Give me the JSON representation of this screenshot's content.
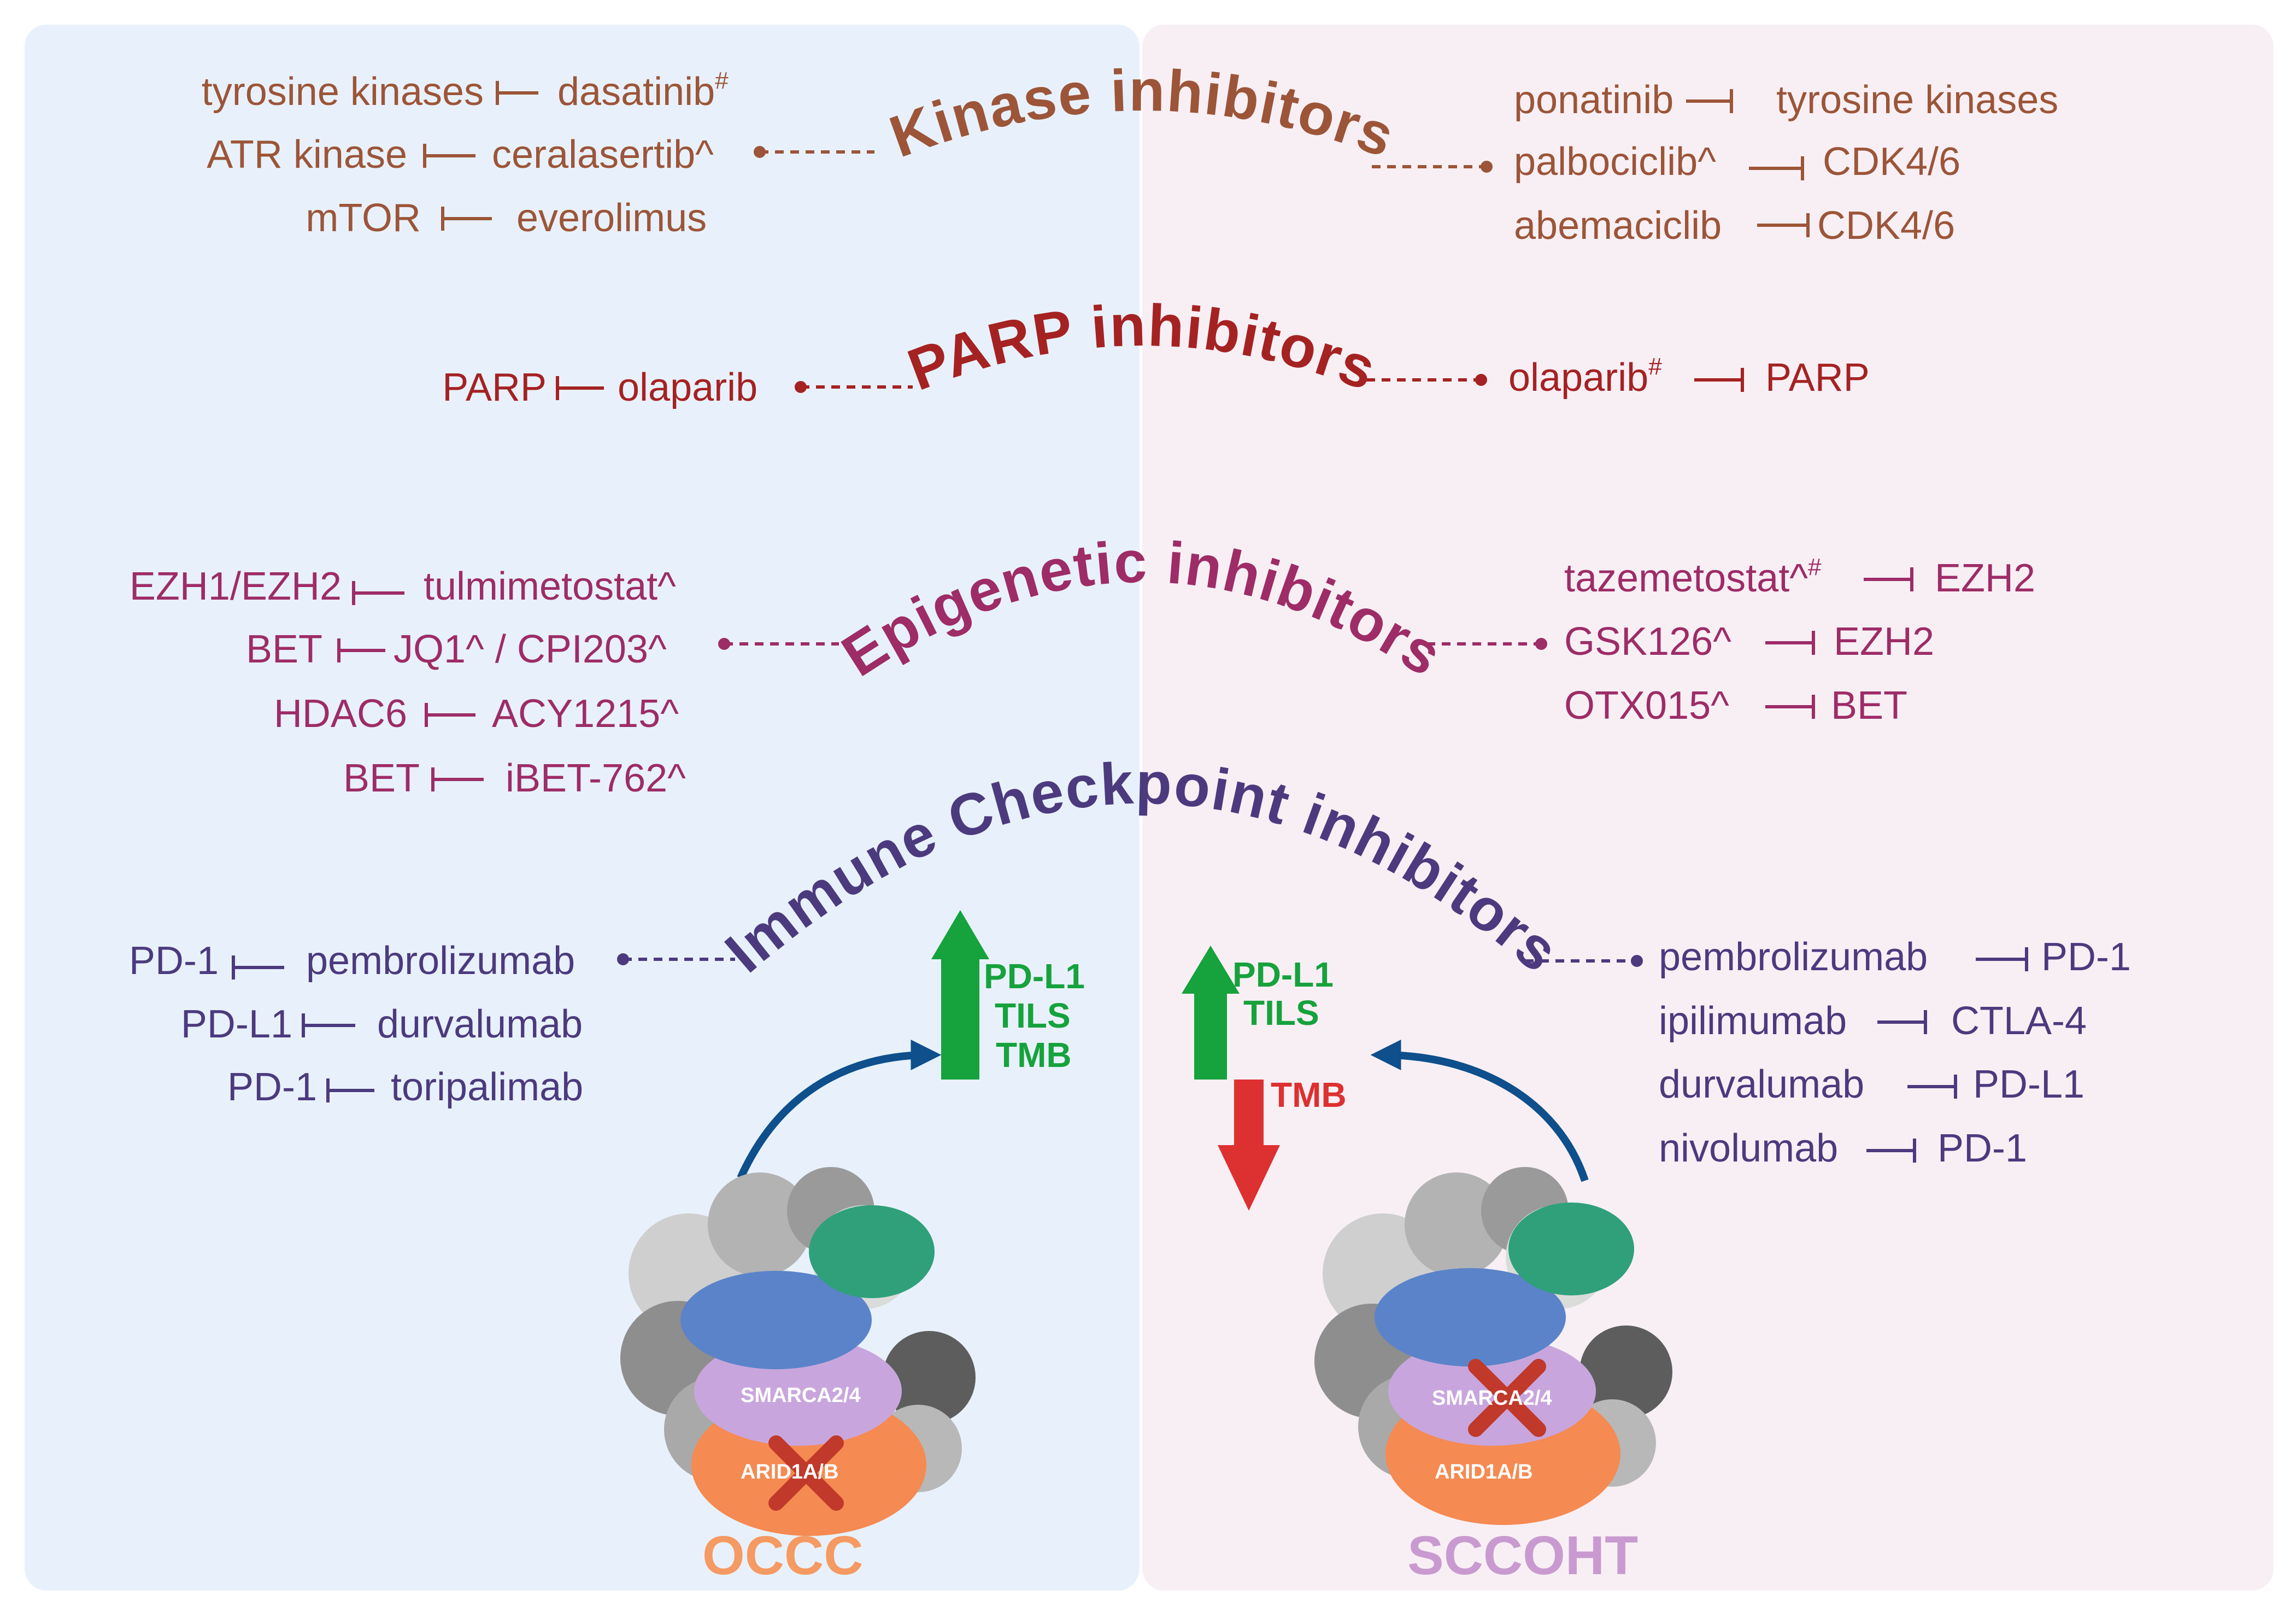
{
  "colors": {
    "left_panel": "#e8f1fb",
    "right_panel": "#f8eff5",
    "kinase": "#9c5538",
    "parp": "#a52222",
    "epigenetic": "#9d2c67",
    "immune": "#4c3a7e",
    "green": "#16a23c",
    "red": "#dd3030",
    "blue": "#0e4f8c",
    "occc": "#f59a62",
    "sccoht": "#c99ad0"
  },
  "categories": {
    "kinase": "Kinase inhibitors",
    "parp": "PARP inhibitors",
    "epigenetic": "Epigenetic inhibitors",
    "immune": "Immune Checkpoint inhibitors"
  },
  "left": {
    "kinase": [
      {
        "target": "tyrosine kinases",
        "drug": "dasatinib",
        "mark": "#"
      },
      {
        "target": "ATR kinase",
        "drug": "ceralasertib^",
        "mark": ""
      },
      {
        "target": "mTOR",
        "drug": "everolimus",
        "mark": ""
      }
    ],
    "parp": [
      {
        "target": "PARP",
        "drug": "olaparib",
        "mark": ""
      }
    ],
    "epigenetic": [
      {
        "target": "EZH1/EZH2",
        "drug": "tulmimetostat^",
        "mark": ""
      },
      {
        "target": "BET",
        "drug": "JQ1^ / CPI203^",
        "mark": ""
      },
      {
        "target": "HDAC6",
        "drug": "ACY1215^",
        "mark": ""
      },
      {
        "target": "BET",
        "drug": "iBET-762^",
        "mark": ""
      }
    ],
    "immune": [
      {
        "target": "PD-1",
        "drug": "pembrolizumab",
        "mark": ""
      },
      {
        "target": "PD-L1",
        "drug": "durvalumab",
        "mark": ""
      },
      {
        "target": "PD-1",
        "drug": "toripalimab",
        "mark": ""
      }
    ],
    "markers_up": [
      "PD-L1",
      "TILS",
      "TMB"
    ],
    "complex_upper": "SMARCA2/4",
    "complex_lower": "ARID1A/B",
    "cancer": "OCCC"
  },
  "right": {
    "kinase": [
      {
        "drug": "ponatinib",
        "mark": "",
        "target": "tyrosine kinases"
      },
      {
        "drug": "palbociclib^",
        "mark": "",
        "target": "CDK4/6"
      },
      {
        "drug": "abemaciclib",
        "mark": "",
        "target": "CDK4/6"
      }
    ],
    "parp": [
      {
        "drug": "olaparib",
        "mark": "#",
        "target": "PARP"
      }
    ],
    "epigenetic": [
      {
        "drug": "tazemetostat^",
        "mark": "#",
        "target": "EZH2"
      },
      {
        "drug": "GSK126^",
        "mark": "",
        "target": "EZH2"
      },
      {
        "drug": "OTX015^",
        "mark": "",
        "target": "BET"
      }
    ],
    "immune": [
      {
        "drug": "pembrolizumab",
        "mark": "",
        "target": "PD-1"
      },
      {
        "drug": "ipilimumab",
        "mark": "",
        "target": "CTLA-4"
      },
      {
        "drug": "durvalumab",
        "mark": "",
        "target": "PD-L1"
      },
      {
        "drug": "nivolumab",
        "mark": "",
        "target": "PD-1"
      }
    ],
    "markers_up": [
      "PD-L1",
      "TILS"
    ],
    "markers_down": [
      "TMB"
    ],
    "complex_upper": "SMARCA2/4",
    "complex_lower": "ARID1A/B",
    "cancer": "SCCOHT"
  }
}
